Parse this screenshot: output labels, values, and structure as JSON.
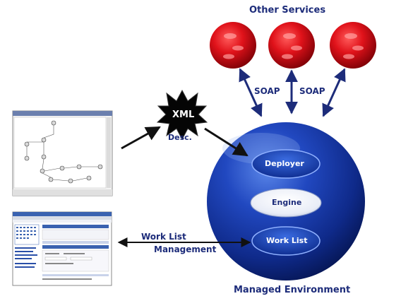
{
  "diagram": {
    "other_services_title": "Other Services",
    "soap_left": "SOAP",
    "soap_right": "SOAP",
    "xml_burst": "XML",
    "xml_desc": "Desc.",
    "managed_environment": "Managed Environment",
    "deployer": "Deployer",
    "engine": "Engine",
    "work_list": "Work List",
    "work_list_management_line1": "Work List",
    "work_list_management_line2": "Management"
  },
  "colors": {
    "label_blue": "#1d2c7a",
    "sphere_blue": "#1a3aa8",
    "service_red": "#d4101a",
    "arrow": "#111111"
  }
}
